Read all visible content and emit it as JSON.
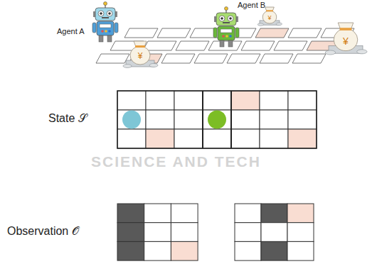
{
  "diagram": {
    "labels": [
      "Agent A",
      "Agent B",
      "¥",
      "¥",
      "¥",
      "SCIENCE AND TECH",
      "State 𝒮",
      "Observation 𝒪"
    ]
  }
}
